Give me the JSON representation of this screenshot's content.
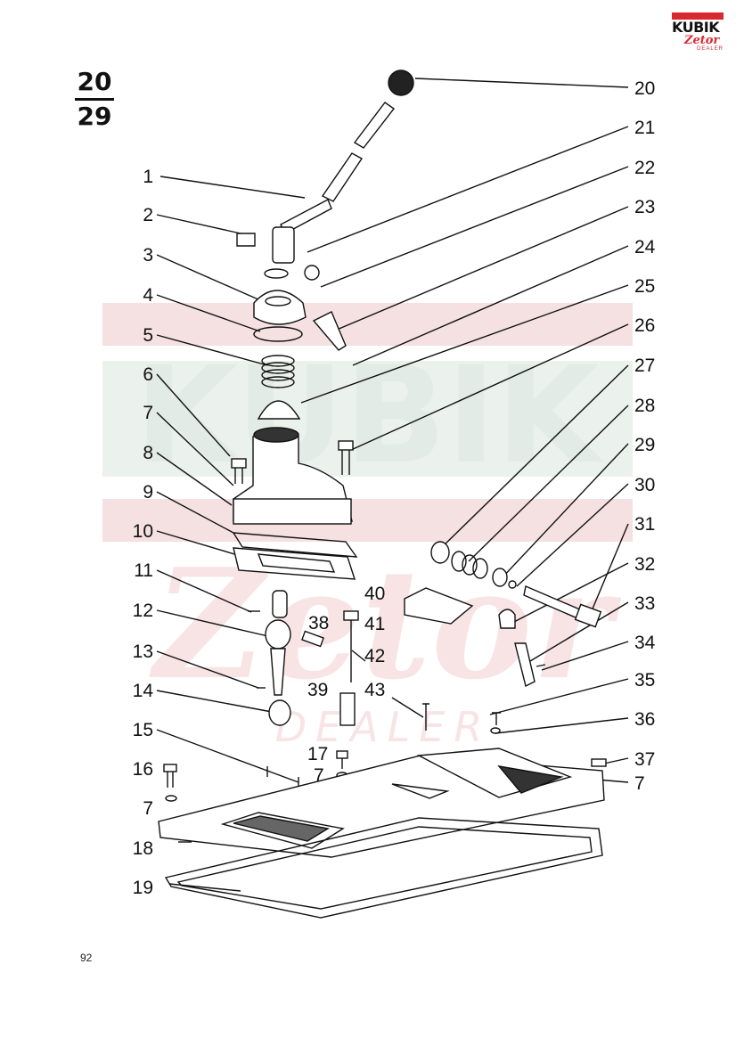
{
  "header": {
    "page_numerator": "20",
    "page_denominator": "29"
  },
  "logo": {
    "name": "KUBIK",
    "brand": "Zetor",
    "sub": "DEALER"
  },
  "page_number": "92",
  "watermark": {
    "line1": "KUBIK",
    "line2": "Zetor",
    "line3": "DEALER"
  },
  "colors": {
    "ink": "#111111",
    "watermark": "#f2d6d6",
    "watermark_green": "#e6efe9",
    "accent": "#d9282e"
  },
  "callouts_left": [
    "1",
    "2",
    "3",
    "4",
    "5",
    "6",
    "7",
    "8",
    "9",
    "10",
    "11",
    "12",
    "13",
    "14",
    "15",
    "16",
    "7",
    "18",
    "19"
  ],
  "callouts_right": [
    "20",
    "21",
    "22",
    "23",
    "24",
    "25",
    "26",
    "27",
    "28",
    "29",
    "30",
    "31",
    "32",
    "33",
    "34",
    "35",
    "36",
    "37",
    "7"
  ],
  "callouts_middle": [
    "38",
    "39",
    "40",
    "41",
    "42",
    "43",
    "17",
    "7"
  ]
}
